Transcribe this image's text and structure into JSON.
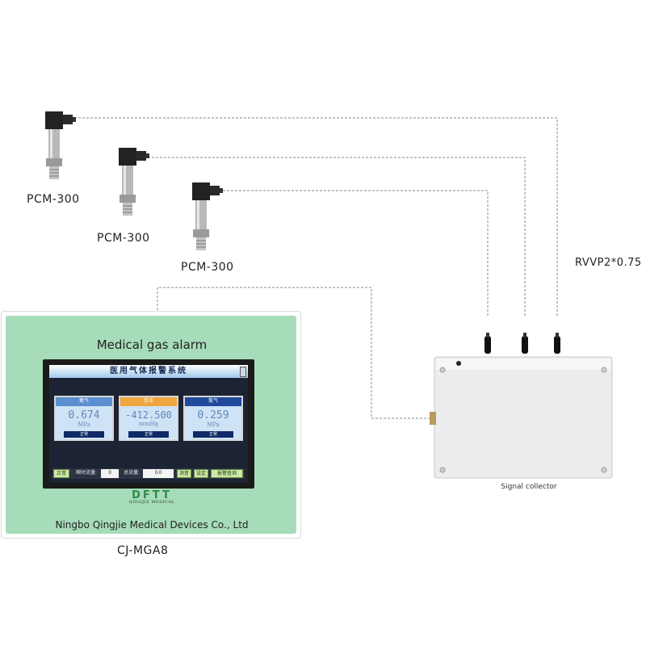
{
  "sensors": [
    {
      "label": "PCM-300"
    },
    {
      "label": "PCM-300"
    },
    {
      "label": "PCM-300"
    }
  ],
  "cable_label": "RVVP2*0.75",
  "alarm": {
    "title": "Medical gas alarm",
    "screen_title": "医用气体报警系统",
    "gauges": [
      {
        "name": "氧气",
        "value": "0.674",
        "unit": "MPa",
        "status": "正常",
        "header_color": "#5b8fd0"
      },
      {
        "name": "负压",
        "value": "-412.500",
        "unit": "mmHg",
        "status": "正常",
        "header_color": "#f0a640"
      },
      {
        "name": "氮气",
        "value": "0.259",
        "unit": "MPa",
        "status": "正常",
        "header_color": "#1f4a9c"
      }
    ],
    "bottom_bar": {
      "status_btn": "正常",
      "instant_flow_label": "瞬时流量:",
      "instant_flow_value": "0",
      "total_flow_label": "总流量:",
      "total_flow_value": "0.0",
      "mute_btn": "消音",
      "settings_btn": "设定",
      "query_btn": "报警查询"
    },
    "logo": {
      "main": "DFTT",
      "sub": "QINGJIE MEDICAL"
    },
    "company": "Ningbo Qingjie Medical Devices Co., Ltd",
    "model": "CJ-MGA8"
  },
  "collector": {
    "label": "Signal collector"
  },
  "colors": {
    "panel_face": "#a6dcb9",
    "wire": "#888888",
    "logo_green": "#2f8a4a"
  }
}
